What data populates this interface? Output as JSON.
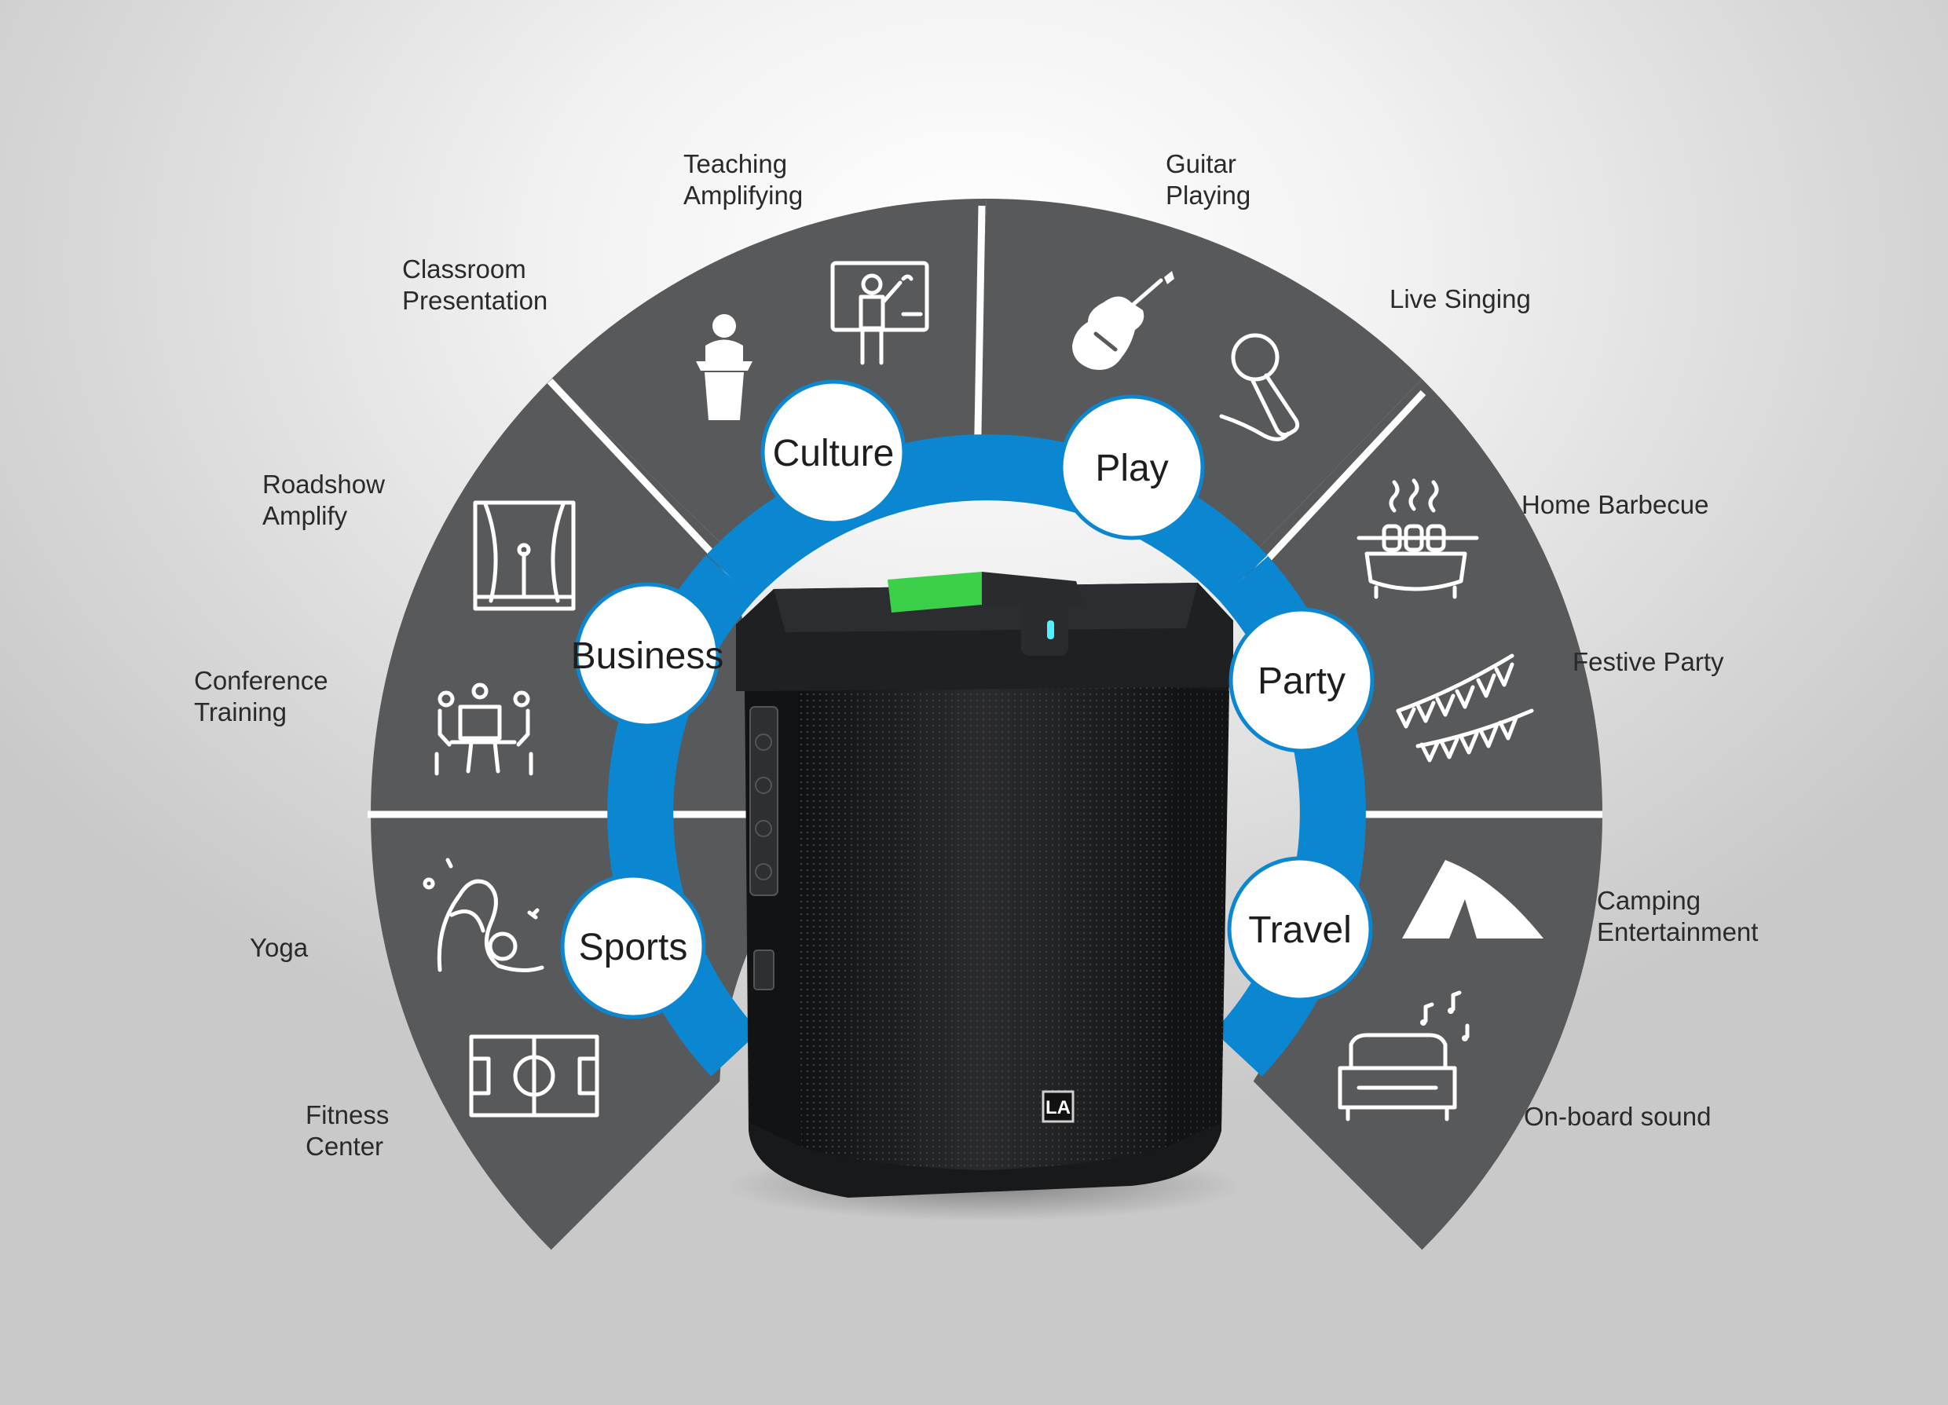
{
  "theme": {
    "sector_color": "#58595b",
    "ring_color": "#0b87d2",
    "divider_color": "#ffffff",
    "badge_fill": "#ffffff",
    "badge_stroke": "#0b87d2",
    "speaker_color": "#1c1d1f",
    "handle_color": "#3cd04a",
    "led_color": "#4ff0ff"
  },
  "categories": [
    {
      "id": "culture",
      "label": "Culture"
    },
    {
      "id": "play",
      "label": "Play"
    },
    {
      "id": "business",
      "label": "Business"
    },
    {
      "id": "party",
      "label": "Party"
    },
    {
      "id": "sports",
      "label": "Sports"
    },
    {
      "id": "travel",
      "label": "Travel"
    }
  ],
  "applications": [
    {
      "id": "teaching",
      "lines": [
        "Teaching",
        "Amplifying"
      ],
      "icon": "teacher-board-icon"
    },
    {
      "id": "classroom",
      "lines": [
        "Classroom",
        "Presentation"
      ],
      "icon": "podium-speaker-icon"
    },
    {
      "id": "guitar",
      "lines": [
        "Guitar",
        "Playing"
      ],
      "icon": "electric-guitar-icon"
    },
    {
      "id": "singing",
      "lines": [
        "Live Singing"
      ],
      "icon": "microphone-icon"
    },
    {
      "id": "roadshow",
      "lines": [
        "Roadshow",
        "Amplify"
      ],
      "icon": "stage-curtain-icon"
    },
    {
      "id": "conference",
      "lines": [
        "Conference",
        "Training"
      ],
      "icon": "meeting-table-icon"
    },
    {
      "id": "barbecue",
      "lines": [
        "Home Barbecue"
      ],
      "icon": "grill-icon"
    },
    {
      "id": "festive",
      "lines": [
        "Festive Party"
      ],
      "icon": "bunting-flags-icon"
    },
    {
      "id": "yoga",
      "lines": [
        "Yoga"
      ],
      "icon": "yoga-pose-icon"
    },
    {
      "id": "fitness",
      "lines": [
        "Fitness",
        "Center"
      ],
      "icon": "football-field-icon"
    },
    {
      "id": "camping",
      "lines": [
        "Camping",
        "Entertainment"
      ],
      "icon": "tent-icon"
    },
    {
      "id": "onboard",
      "lines": [
        "On-board sound"
      ],
      "icon": "car-music-icon"
    }
  ],
  "product": {
    "logo_text": "LA",
    "icon": "portable-pa-speaker-icon"
  }
}
